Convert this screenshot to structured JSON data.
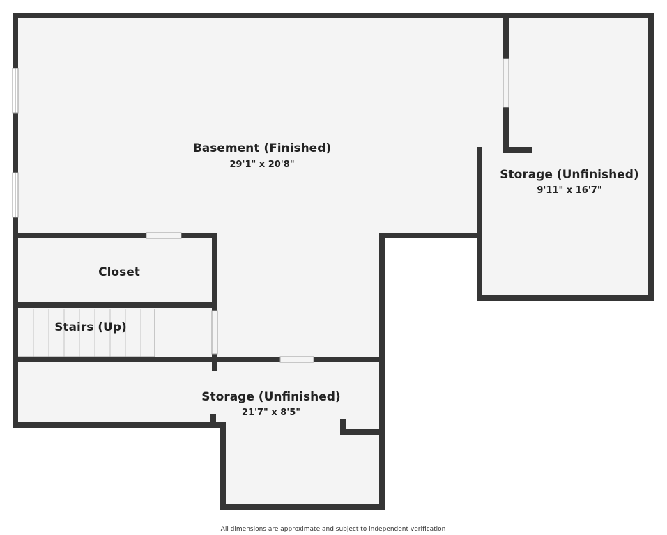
{
  "plan": {
    "colors": {
      "wall": "#353535",
      "floor": "#f4f4f4",
      "opening": "#ffffff",
      "stair_line": "#c4c4c4"
    },
    "rooms": [
      {
        "name": "Basement (Finished)",
        "dims": "29'1\" x 20'8\""
      },
      {
        "name": "Storage (Unfinished)",
        "dims": "9'11\" x 16'7\""
      },
      {
        "name": "Closet"
      },
      {
        "name": "Stairs (Up)"
      },
      {
        "name": "Storage (Unfinished)",
        "dims": "21'7\" x 8'5\""
      }
    ],
    "footnote": "All dimensions are approximate and subject to independent verification"
  }
}
